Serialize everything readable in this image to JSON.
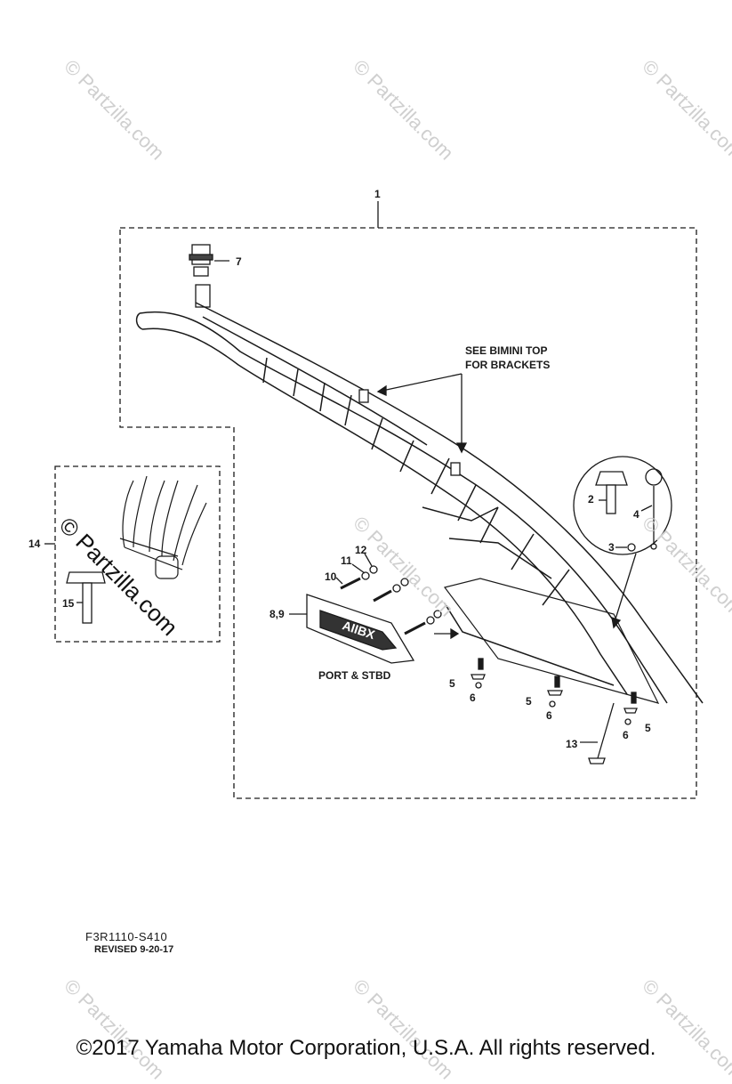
{
  "watermark": "© Partzilla.com",
  "callouts": {
    "c1": "1",
    "c2": "2",
    "c3": "3",
    "c4": "4",
    "c5": "5",
    "c6": "6",
    "c7": "7",
    "c89": "8,9",
    "c10": "10",
    "c11": "11",
    "c12": "12",
    "c13": "13",
    "c14": "14",
    "c15": "15"
  },
  "notes": {
    "bimini_line1": "SEE BIMINI TOP",
    "bimini_line2": "FOR BRACKETS",
    "port_stbd": "PORT & STBD",
    "badge_text": "AIIBX"
  },
  "drawing_code": "F3R1110-S410",
  "revision": "REVISED 9-20-17",
  "copyright": "©2017  Yamaha Motor Corporation, U.S.A. All rights reserved."
}
